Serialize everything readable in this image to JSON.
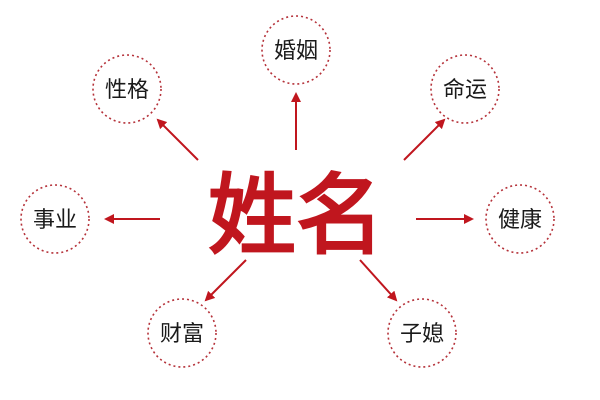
{
  "center": {
    "label": "姓名"
  },
  "nodes": [
    {
      "id": "marriage",
      "label": "婚姻"
    },
    {
      "id": "character",
      "label": "性格"
    },
    {
      "id": "fate",
      "label": "命运"
    },
    {
      "id": "career",
      "label": "事业"
    },
    {
      "id": "health",
      "label": "健康"
    },
    {
      "id": "wealth",
      "label": "财富"
    },
    {
      "id": "children",
      "label": "子媳"
    }
  ],
  "colors": {
    "accent": "#c0161e",
    "text": "#1a1a1a",
    "circle_border": "#b5323a"
  }
}
